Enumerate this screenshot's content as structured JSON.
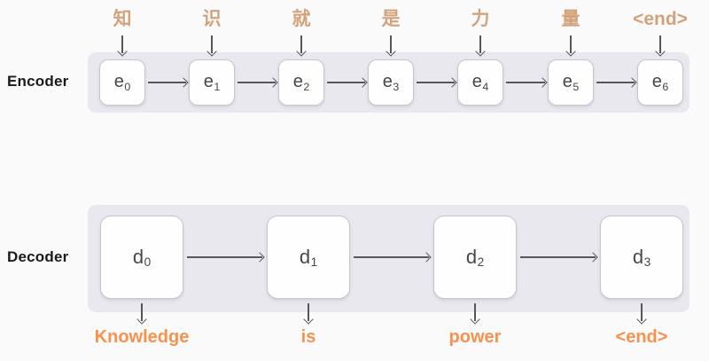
{
  "diagram_title": "Encoder-Decoder sequence-to-sequence diagram",
  "colors": {
    "input_token": "#d2a27b",
    "output_token": "#f8914e",
    "arrow": "#55555a",
    "strip": "#e9e8ee"
  },
  "encoder": {
    "row_label": "Encoder",
    "units": [
      {
        "input": "知",
        "label": "e",
        "sub": "0"
      },
      {
        "input": "识",
        "label": "e",
        "sub": "1"
      },
      {
        "input": "就",
        "label": "e",
        "sub": "2"
      },
      {
        "input": "是",
        "label": "e",
        "sub": "3"
      },
      {
        "input": "力",
        "label": "e",
        "sub": "4"
      },
      {
        "input": "量",
        "label": "e",
        "sub": "5"
      },
      {
        "input": "<end>",
        "label": "e",
        "sub": "6"
      }
    ]
  },
  "decoder": {
    "row_label": "Decoder",
    "units": [
      {
        "label": "d",
        "sub": "0",
        "output": "Knowledge"
      },
      {
        "label": "d",
        "sub": "1",
        "output": "is"
      },
      {
        "label": "d",
        "sub": "2",
        "output": "power"
      },
      {
        "label": "d",
        "sub": "3",
        "output": "<end>"
      }
    ]
  }
}
